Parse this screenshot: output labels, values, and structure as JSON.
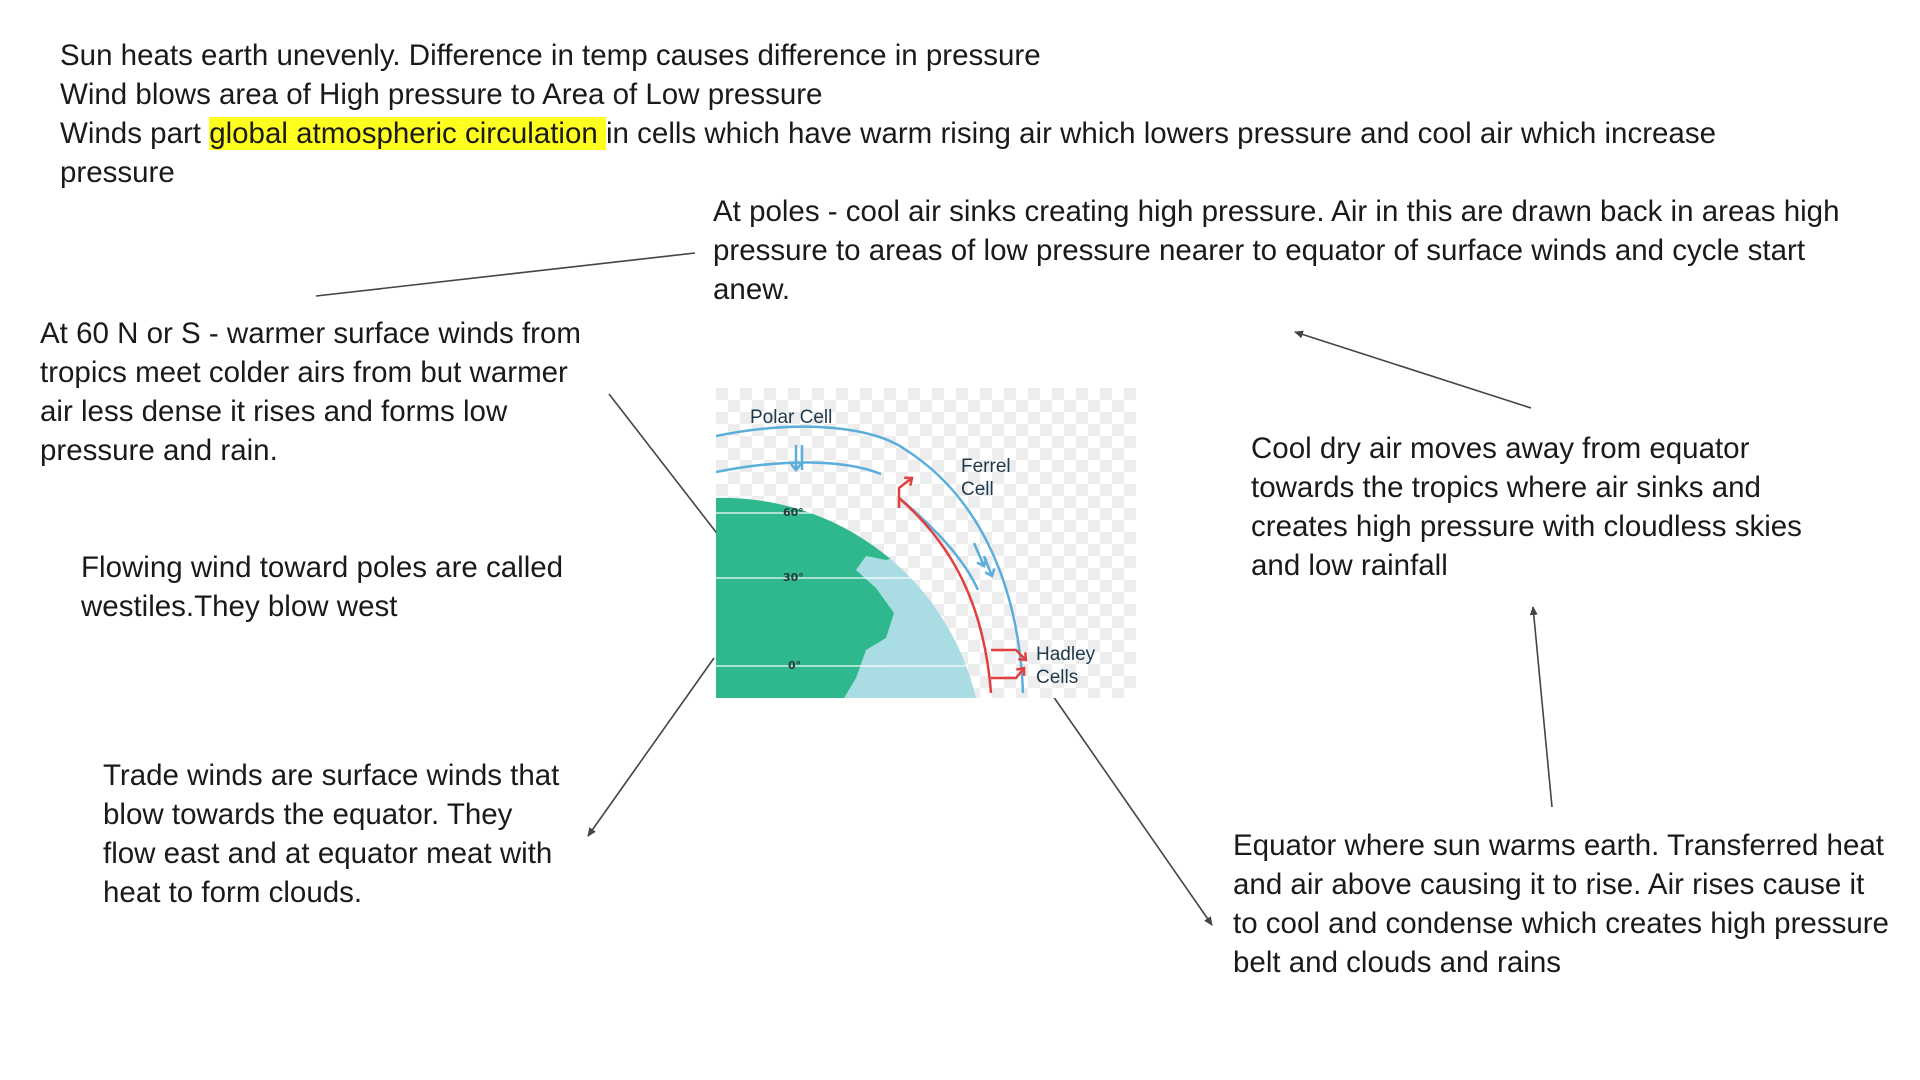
{
  "intro": {
    "line1": "Sun heats earth unevenly. Difference in temp causes difference in pressure",
    "line2": "Wind blows area of High pressure to Area of Low pressure",
    "line3_pre": "Winds part ",
    "line3_highlight": "global atmospheric circulation ",
    "line3_post": "in cells which have warm rising air which lowers pressure and cool air which increase pressure"
  },
  "notes": {
    "poles": "At poles - cool air sinks creating high pressure. Air in this are drawn back in areas high pressure to areas of low pressure nearer to equator of surface winds and cycle start anew.",
    "sixty": "At 60 N or S - warmer surface winds from tropics meet colder airs from but warmer air less dense it rises and forms low pressure and rain.",
    "westerlies": "Flowing wind toward poles are called westiles.They blow west",
    "trade": "Trade winds are surface winds that blow towards the equator. They flow east and at equator meat with heat to form clouds.",
    "cool_dry": "Cool dry air moves away from equator towards the tropics where air sinks and creates high pressure with cloudless skies and low rainfall",
    "equator": "Equator where sun warms earth. Transferred heat and air above causing it to rise. Air rises cause it to cool and condense which creates high pressure belt and clouds and rains"
  },
  "diagram": {
    "polar_cell": "Polar Cell",
    "ferrel_line1": "Ferrel",
    "ferrel_line2": "Cell",
    "hadley_line1": "Hadley",
    "hadley_line2": "Cells",
    "lat60": "60°",
    "lat30": "30°",
    "lat0": "0°"
  },
  "colors": {
    "highlight": "#ffff1f",
    "ocean": "#a9dde3",
    "land": "#2fb78e",
    "polar_ferrel_arrow": "#5aaedb",
    "hadley_arrow": "#e0403f"
  }
}
